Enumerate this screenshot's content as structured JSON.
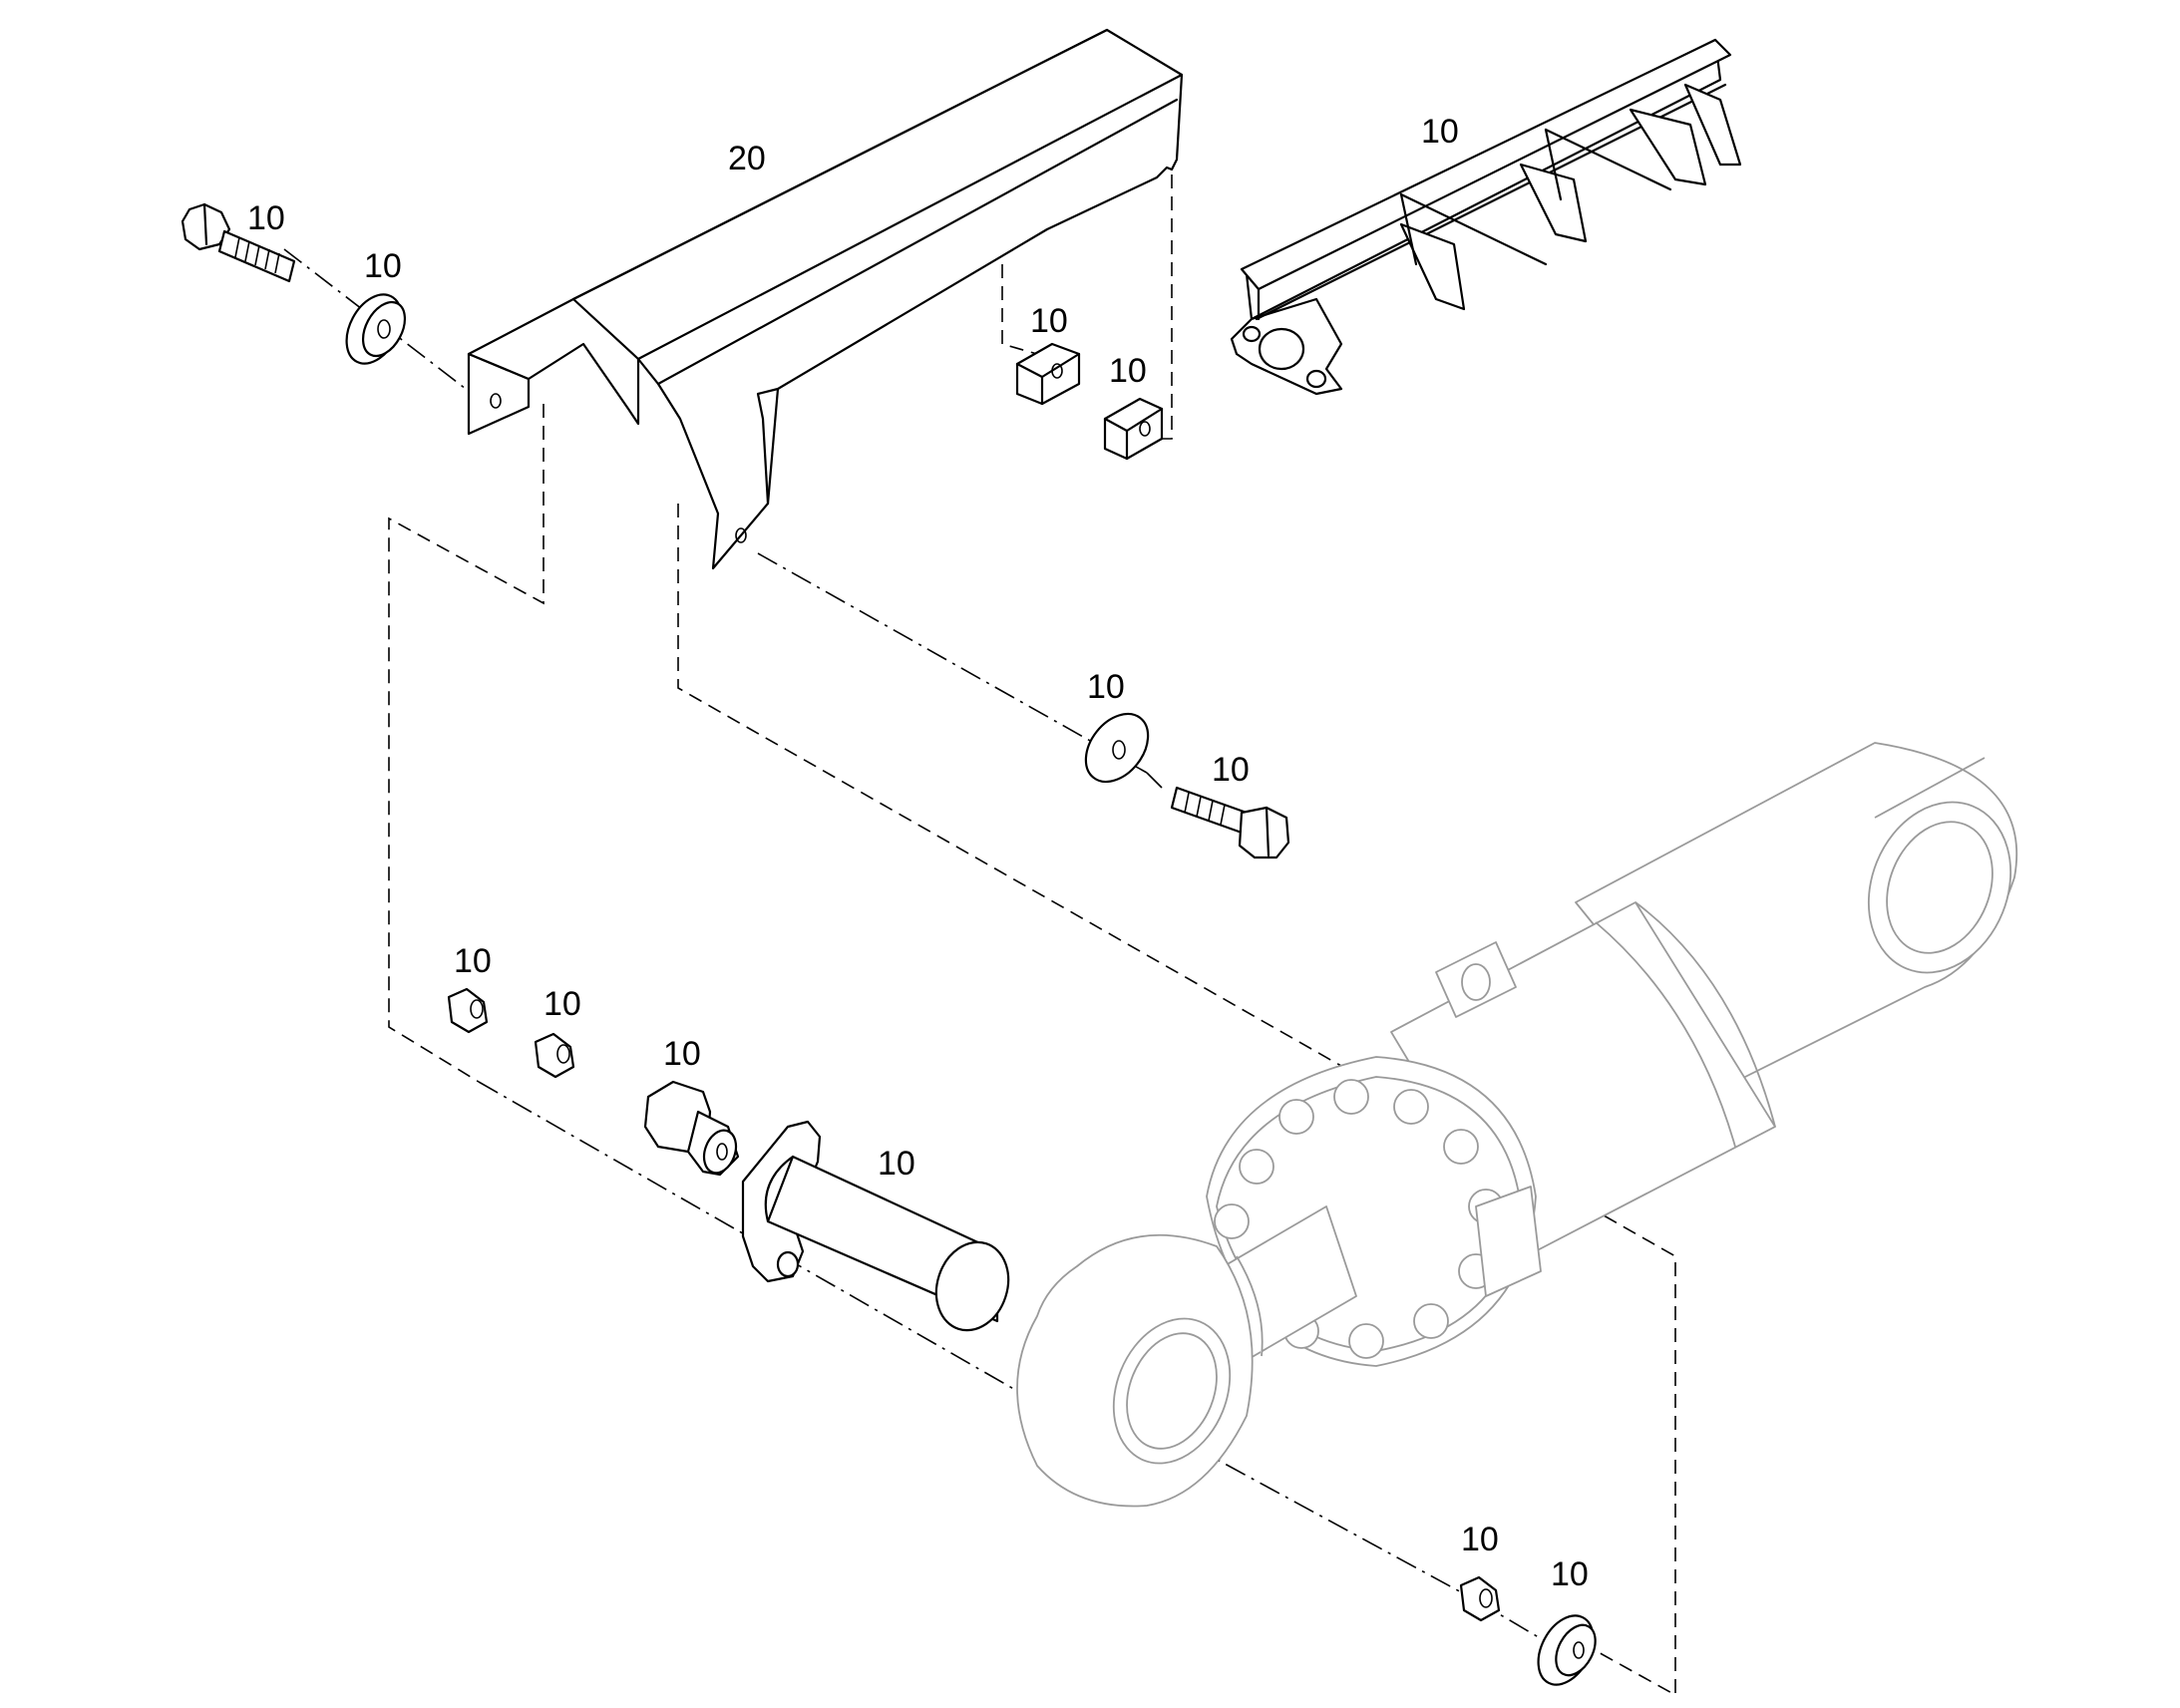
{
  "callouts": {
    "guard": "20",
    "rail": "10",
    "bolt_top_left": "10",
    "washer_top_left": "10",
    "block_upper": "10",
    "block_lower": "10",
    "washer_mid": "10",
    "bolt_mid": "10",
    "nut_left_1": "10",
    "nut_left_2": "10",
    "bushing": "10",
    "pin": "10",
    "nut_bottom": "10",
    "washer_bottom": "10"
  },
  "colors": {
    "line": "#000000",
    "background_component": "#9a9a9a",
    "background": "#ffffff"
  }
}
